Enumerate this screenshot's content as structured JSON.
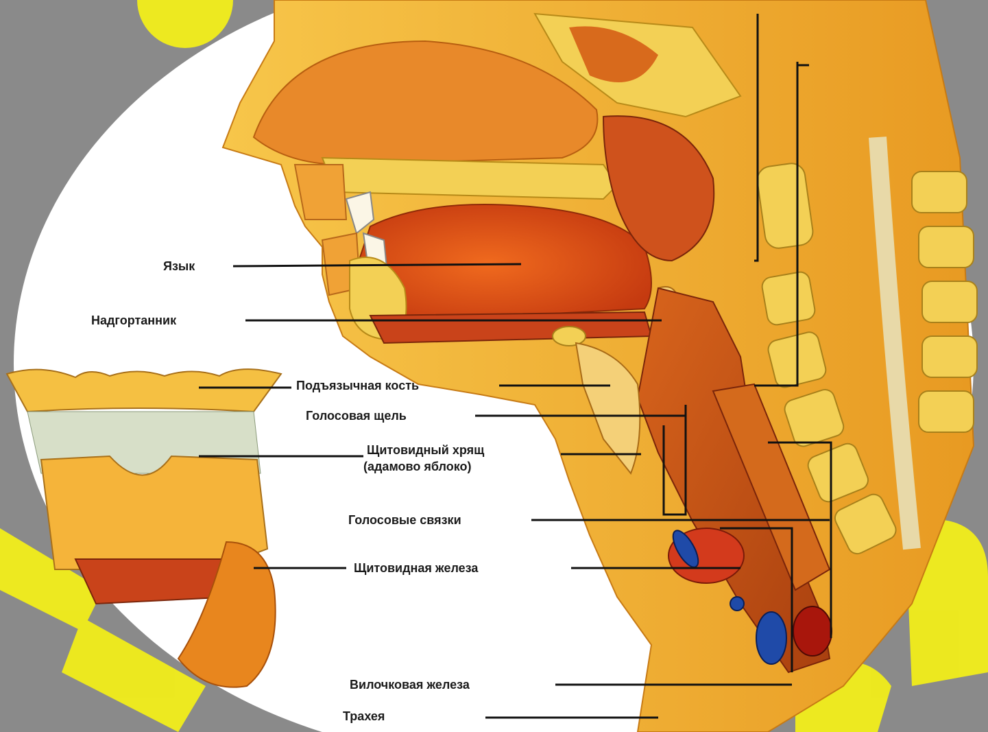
{
  "colors": {
    "background": "#8a8a8a",
    "watermark": "#f2ee1a",
    "ellipse": "#ffffff",
    "skin": "#f4b73c",
    "muscle": "#e0521a",
    "bone": "#f0d24a",
    "leader_line": "#111111"
  },
  "labels": {
    "tongue": "Язык",
    "epiglottis": "Надгортанник",
    "hyoid": "Подъязычная кость",
    "glottis": "Голосовая щель",
    "thyroid_cartilage": "Щитовидный хрящ",
    "thyroid_cartilage_note": "(адамово яблоко)",
    "vocal_cords": "Голосовые связки",
    "thyroid_gland": "Щитовидная железа",
    "thymus": "Вилочковая железа",
    "trachea": "Трахея"
  }
}
